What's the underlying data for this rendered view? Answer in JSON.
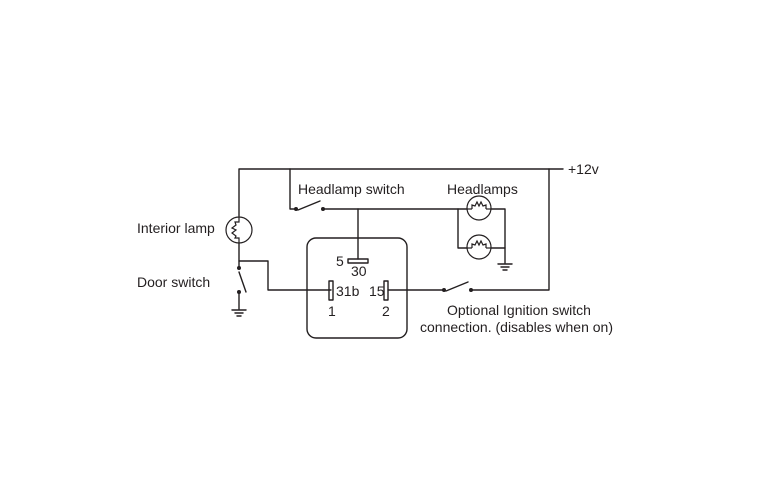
{
  "labels": {
    "supply": "+12v",
    "headlamp_switch": "Headlamp switch",
    "headlamps": "Headlamps",
    "interior_lamp": "Interior lamp",
    "door_switch": "Door switch",
    "ignition_line1": "Optional Ignition switch",
    "ignition_line2": "connection. (disables when on)"
  },
  "relay": {
    "pin_5": "5",
    "pin_30": "30",
    "pin_31b": "31b",
    "pin_15": "15",
    "pin_1": "1",
    "pin_2": "2"
  },
  "colors": {
    "ink": "#231f20",
    "background": "#ffffff"
  }
}
